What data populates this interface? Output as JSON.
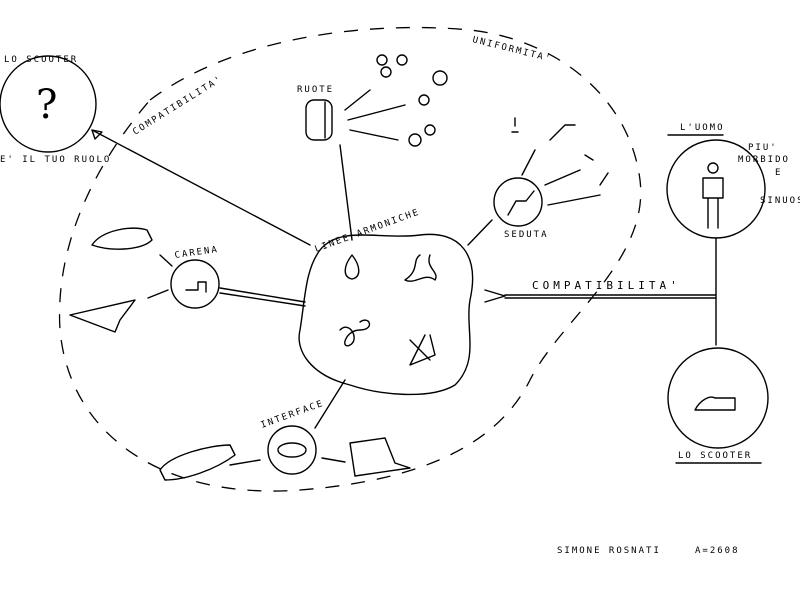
{
  "author": {
    "name": "SIMONE ROSNATI",
    "id": "A=2608"
  },
  "center": {
    "label": "LINEE ARMONICHE"
  },
  "unknown_scooter": {
    "title": "LO SCOOTER",
    "symbol": "?",
    "caption": "E' IL TUO RUOLO"
  },
  "links": {
    "compatibility_top": "COMPATIBILITA'",
    "uniformity": "UNIFORMITA'",
    "compatibility_right": "COMPATIBILITA'"
  },
  "nodes": {
    "wheels": "RUOTE",
    "seat": "SEDUTA",
    "fairing": "CARENA",
    "interface": "INTERFACE"
  },
  "man": {
    "title": "L'UOMO",
    "notes": [
      "PIU'",
      "MORBIDO",
      "E",
      "SINUOSO"
    ]
  },
  "scooter": {
    "title": "LO SCOOTER"
  }
}
